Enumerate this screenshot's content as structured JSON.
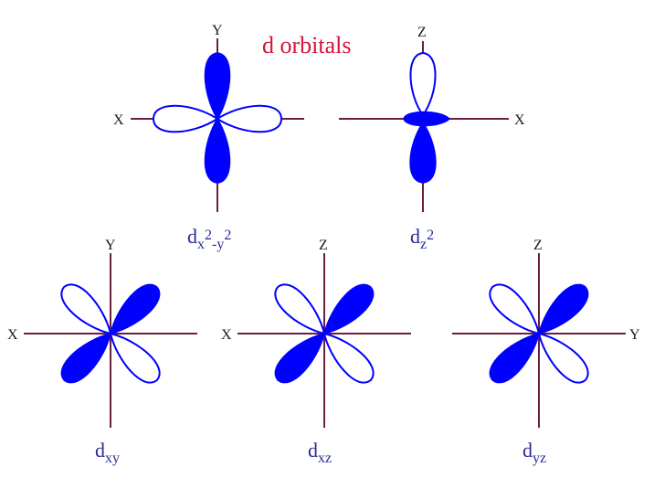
{
  "title": "d orbitals",
  "colors": {
    "axis": "#6b1f3f",
    "lobe": "#0000ff",
    "title": "#d4143c",
    "label": "#2a2a9a",
    "axis_text": "#1a1a1a"
  },
  "orbitals": [
    {
      "id": "dx2y2",
      "label_main": "d",
      "label_sub_parts": [
        "x",
        "2",
        "-y",
        "2"
      ],
      "axis_labels": {
        "horizontal": "X",
        "vertical": "Y"
      },
      "shape": "cross-aligned"
    },
    {
      "id": "dz2",
      "label_main": "d",
      "label_sub_parts": [
        "z",
        "2"
      ],
      "axis_labels": {
        "horizontal": "X",
        "vertical": "Z"
      },
      "shape": "vertical-with-ring"
    },
    {
      "id": "dxy",
      "label_main": "d",
      "label_sub": "xy",
      "axis_labels": {
        "horizontal": "X",
        "vertical": "Y"
      },
      "shape": "diagonal"
    },
    {
      "id": "dxz",
      "label_main": "d",
      "label_sub": "xz",
      "axis_labels": {
        "horizontal": "X",
        "vertical": "Z"
      },
      "shape": "diagonal"
    },
    {
      "id": "dyz",
      "label_main": "d",
      "label_sub": "yz",
      "axis_labels": {
        "horizontal": "Y",
        "vertical": "Z"
      },
      "shape": "diagonal"
    }
  ]
}
